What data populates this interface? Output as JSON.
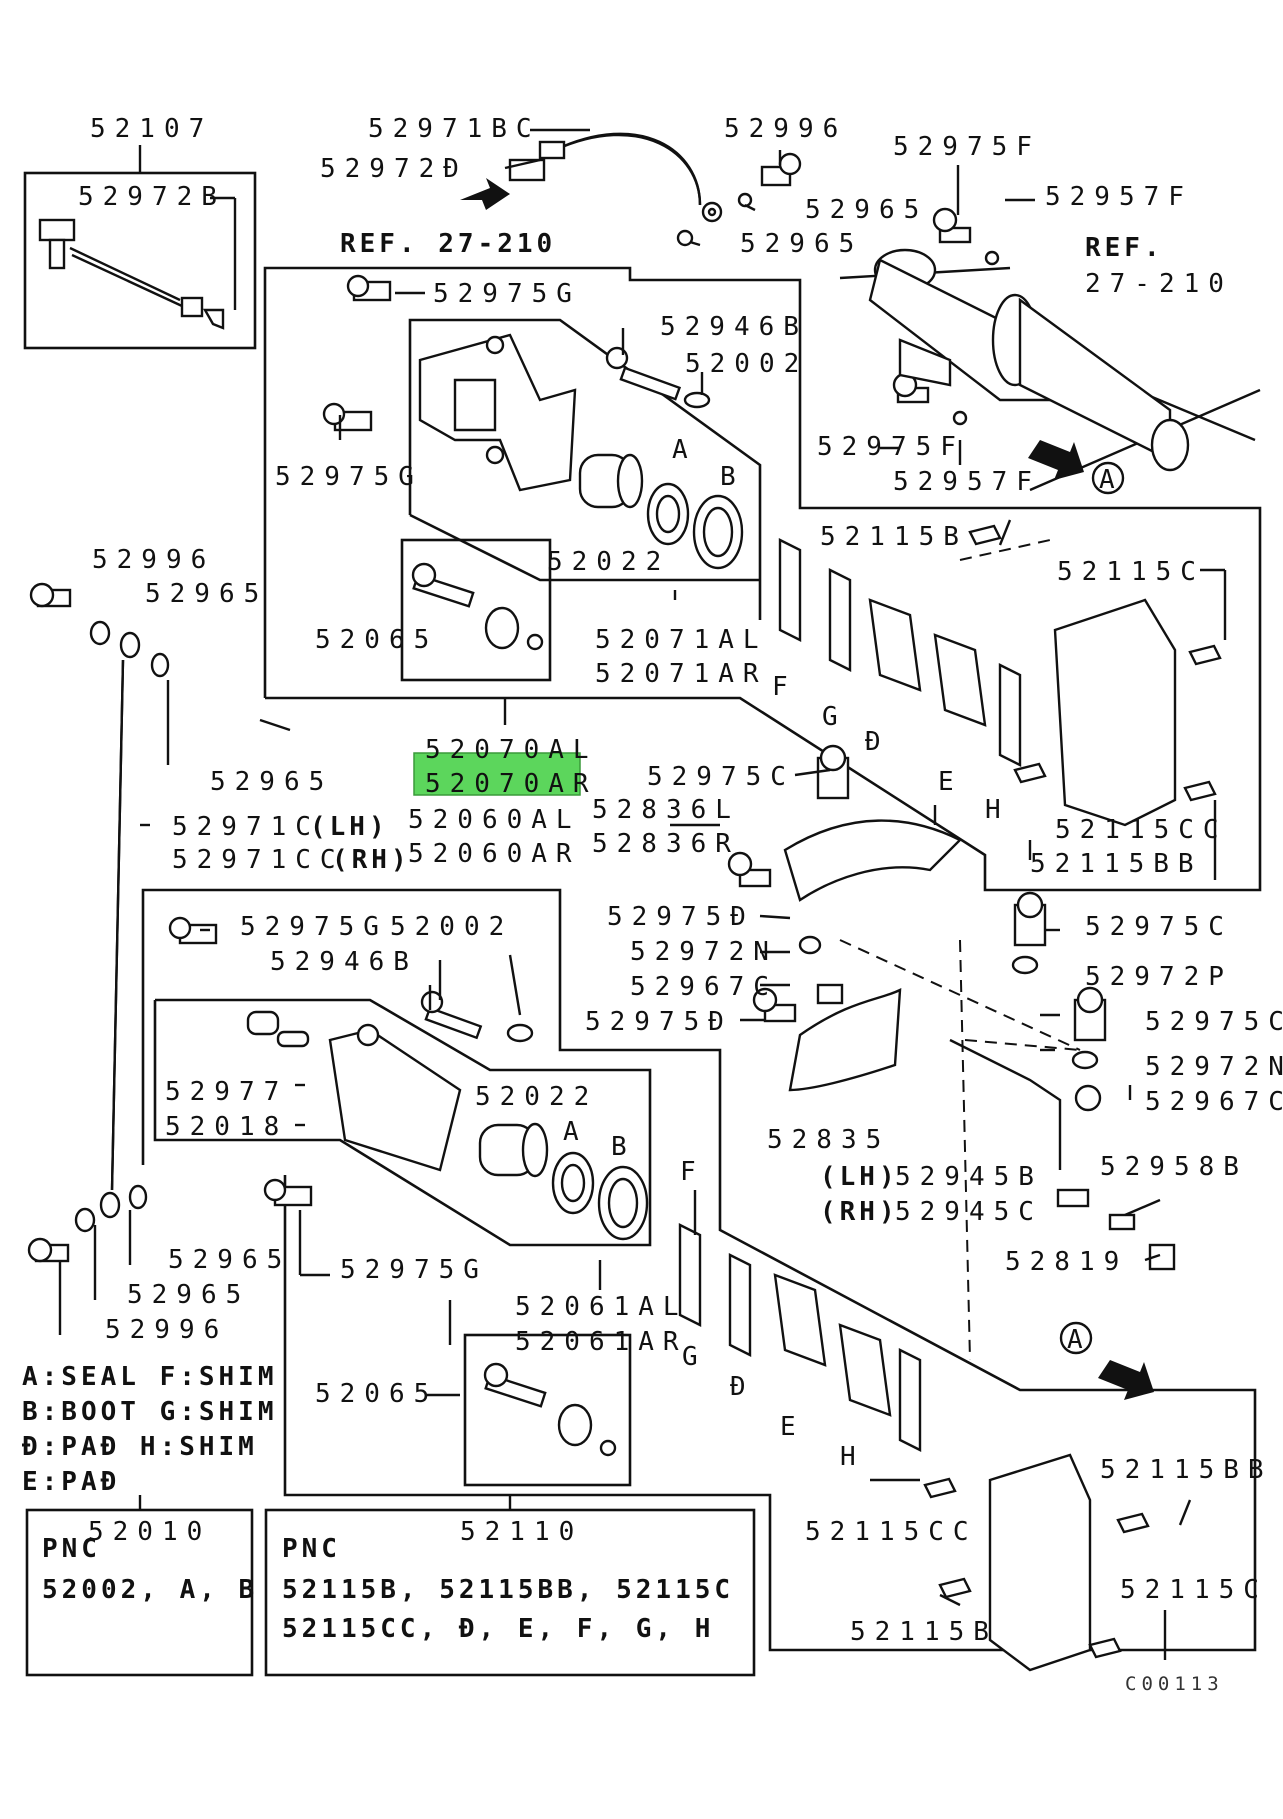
{
  "labels": {
    "p52107": "52107",
    "p52972B": "52972B",
    "p52971BC": "52971BC",
    "p52972D": "52972Đ",
    "p52996_top": "52996",
    "p52965_t1": "52965",
    "p52965_t2": "52965",
    "ref_top": "REF. 27-210",
    "p52975F_t": "52975F",
    "p52957F_t": "52957F",
    "ref_right_1": "REF.",
    "ref_right_2": "27-210",
    "p52975G_1": "52975G",
    "p52946B_1": "52946B",
    "p52002_1": "52002",
    "p52975G_2": "52975G",
    "a1": "A",
    "b1": "B",
    "p52022_1": "52022",
    "p52975F_b": "52975F",
    "p52957F_b": "52957F",
    "circle_a1": "A",
    "p52996_l": "52996",
    "p52965_l1": "52965",
    "p52065_1": "52065",
    "p52071AL": "52071AL",
    "p52071AR": "52071AR",
    "p52115B_1": "52115B",
    "p52115C_1": "52115C",
    "f1": "F",
    "g1": "G",
    "d1": "Đ",
    "e1": "E",
    "h1": "H",
    "p52965_l2": "52965",
    "p52070AL": "52070AL",
    "p52070AR": "52070AR",
    "p52060AL": "52060AL",
    "p52060AR": "52060AR",
    "p52971C": "52971C",
    "p52971C_side": "(LH)",
    "p52971CC": "52971CC",
    "p52971CC_side": "(RH)",
    "p52975C_1": "52975C",
    "p52836L": "52836L",
    "p52836R": "52836R",
    "p52115CC_1": "52115CC",
    "p52115BB_1": "52115BB",
    "p52975G_3": "52975G",
    "p52002_2": "52002",
    "p52946B_2": "52946B",
    "p52975D_1": "52975Đ",
    "p52972N_1": "52972N",
    "p52967C_1": "52967C",
    "p52975D_2": "52975Đ",
    "p52975C_2": "52975C",
    "p52972P": "52972P",
    "p52975C_3": "52975C",
    "p52972N_2": "52972N",
    "p52967C_2": "52967C",
    "p52977": "52977",
    "p52018": "52018",
    "p52022_2": "52022",
    "a2": "A",
    "b2": "B",
    "p52835": "52835",
    "p52945B_side": "(LH)",
    "p52945B": "52945B",
    "p52945C_side": "(RH)",
    "p52945C": "52945C",
    "p52958B": "52958B",
    "p52819": "52819",
    "p52965_b1": "52965",
    "p52965_b2": "52965",
    "p52996_b": "52996",
    "p52975G_4": "52975G",
    "f2": "F",
    "p52061AL": "52061AL",
    "p52061AR": "52061AR",
    "circle_a2": "A",
    "g2": "G",
    "d2": "Đ",
    "e2": "E",
    "h2": "H",
    "p52065_2": "52065",
    "p52115BB_2": "52115BB",
    "p52115CC_2": "52115CC",
    "p52115C_2": "52115C",
    "p52115B_2": "52115B",
    "p52010": "52010",
    "p52110": "52110",
    "code": "C00113"
  },
  "legend": [
    "A:SEAL  F:SHIM",
    "B:BOOT  G:SHIM",
    "Đ:PAĐ   H:SHIM",
    "E:PAĐ"
  ],
  "pnc_box_1": {
    "heading": "PNC",
    "line1": "52002, A, B"
  },
  "pnc_box_2": {
    "heading": "PNC",
    "line1": "52115B, 52115BB, 52115C",
    "line2": "52115CC, Đ, E, F, G, H"
  },
  "highlight_color": "#5cd65c"
}
